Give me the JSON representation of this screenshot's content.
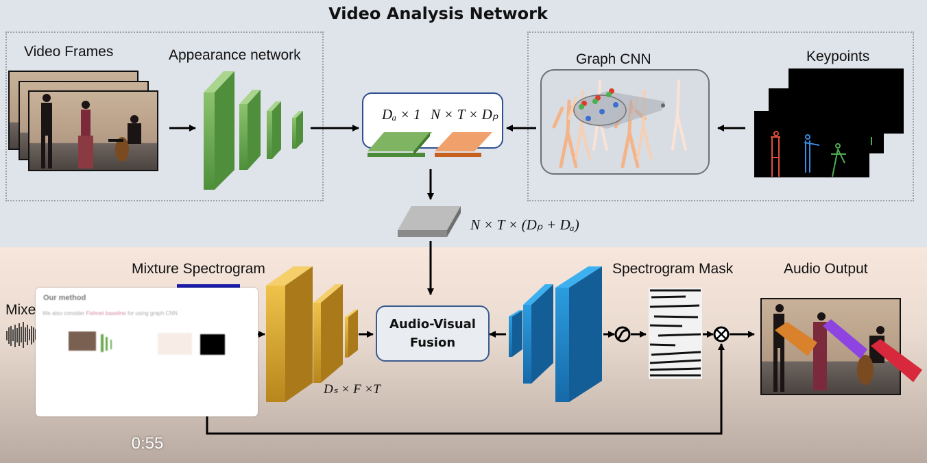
{
  "video_player": {
    "timestamp": "0:55",
    "preview_thumbnail": {
      "title": "Our method",
      "text_prefix": "We also consider ",
      "text_highlight": "Fishnet baseline",
      "text_suffix": " for using graph CNN"
    }
  },
  "diagram": {
    "title": "Video Analysis Network",
    "colors": {
      "top_background": "#dfe3ea",
      "bottom_background": "#f7e6dc",
      "appearance_network": "#6aa84f",
      "pose_feature": "#e8823f",
      "audio_encoder": "#d9a52c",
      "audio_decoder": "#1f86c8",
      "skeleton_red": "#e0503a",
      "skeleton_blue": "#3a8ae0",
      "skeleton_green": "#4caf50"
    },
    "labels": {
      "video_frames": "Video Frames",
      "appearance_network": "Appearance network",
      "graph_cnn": "Graph CNN",
      "keypoints": "Keypoints",
      "appearance_dim": "Dₐ × 1",
      "pose_dim": "N × T × Dₚ",
      "fused_dim": "N × T × (Dₚ + Dₐ)",
      "mixture_spectrogram": "Mixture Spectrogram",
      "mixed_audio": "Mixe",
      "audio_visual_fusion_line1": "Audio-Visual",
      "audio_visual_fusion_line2": "Fusion",
      "spectrogram_dim": "Dₛ × F ×T",
      "spectrogram_mask": "Spectrogram Mask",
      "audio_output": "Audio Output"
    }
  }
}
